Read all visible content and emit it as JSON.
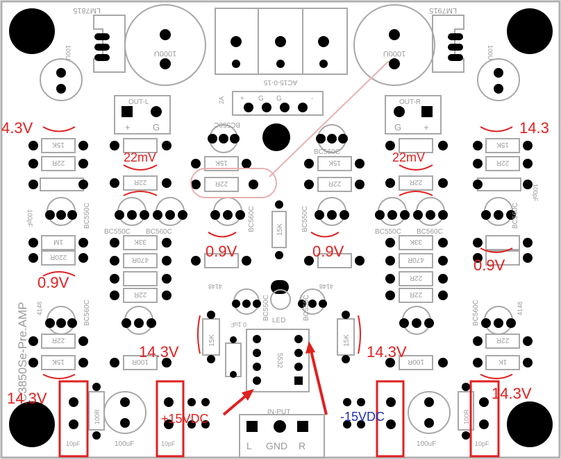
{
  "regulators": {
    "left": "LM7815",
    "right": "LM7915"
  },
  "caps_top": {
    "c100u_left": "100U",
    "c1000u_left": "1000U",
    "c1000u_right": "1000U",
    "c100u_right": "100U"
  },
  "connectors": {
    "ac_label": "AC15-0-15",
    "ac_pins": [
      "+",
      "G",
      "G",
      "-"
    ],
    "out_left": {
      "title": "OUT-L",
      "plus": "+",
      "gnd": "G"
    },
    "out_right": {
      "title": "OUT-R",
      "gnd": "G",
      "plus": "+"
    },
    "input": {
      "title": "IN-PUT",
      "l": "L",
      "gnd": "GND",
      "r": "R"
    }
  },
  "fuse": "2A",
  "transistors": [
    "BC550C",
    "BC560C",
    "BC550C",
    "BC560C",
    "BC560C",
    "BC550C",
    "BC550C",
    "BC560C",
    "BC560C",
    "BC550C",
    "BC550C",
    "BC560C"
  ],
  "resistors": {
    "r15k": "15K",
    "r22r": "22R",
    "r1m": "1M",
    "r220r": "220R",
    "r33k": "33K",
    "r470r": "470R",
    "r100r": "100R",
    "r1k": "1K",
    "c100pf": "100pF",
    "c10pf": "10pF",
    "c100uf": "100uF",
    "c01uf": "0.1uF",
    "d4148": "4148",
    "led": "LED",
    "ic": "5532"
  },
  "side_text": "C3850Se-Pre.AMP",
  "annotations": {
    "v_left_top": "4.3V",
    "v_right_top": "14.3",
    "v_22mv_l": "22mV",
    "v_22mv_r": "22mV",
    "v_09_a": "0.9V",
    "v_09_b": "0.9V",
    "v_09_c": "0.9V",
    "v_09_d": "0.9V",
    "v_14_a": "14.3V",
    "v_14_b": "14.3V",
    "v_14_c": "14.3V",
    "v_14_d": "14.3V",
    "plus15": "+15VDC",
    "minus15": "-15VDC"
  },
  "colors": {
    "red": "#e02020",
    "blue": "#2030b0",
    "pink": "#e8b0b0",
    "silk": "#a8a8a8"
  }
}
